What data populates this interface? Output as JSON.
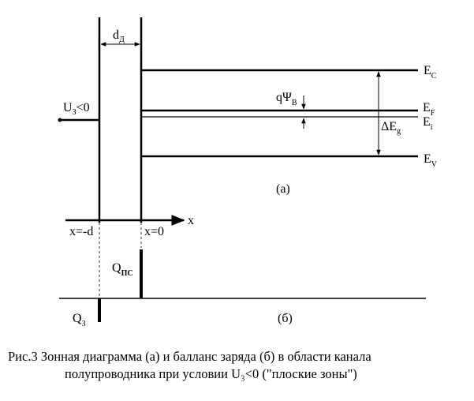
{
  "panel_a": {
    "label": "(а)",
    "thickness_label": "d",
    "thickness_sub": "Д",
    "gate_voltage_label": "U",
    "gate_voltage_sub": "З",
    "gate_voltage_cond": "<0",
    "axis_x_label": "x",
    "tick_left_label": "x=-d",
    "tick_right_label": "x=0",
    "band_gap_label": "ΔE",
    "band_gap_sub": "g",
    "potential_label": "qΨ",
    "potential_sub": "B",
    "levels": [
      {
        "main": "E",
        "sub": "C"
      },
      {
        "main": "E",
        "sub": "F"
      },
      {
        "main": "E",
        "sub": "i"
      },
      {
        "main": "E",
        "sub": "V"
      }
    ]
  },
  "panel_b": {
    "label": "(б)",
    "surface_charge_label": "Q",
    "surface_charge_sub": "ПС",
    "gate_charge_label": "Q",
    "gate_charge_sub": "З"
  },
  "caption": {
    "line1": "Рис.3 Зонная диаграмма (а) и балланс заряда (б) в области канала",
    "line2": "полупроводника при условии U₃<0 (\"плоские зоны\")"
  }
}
